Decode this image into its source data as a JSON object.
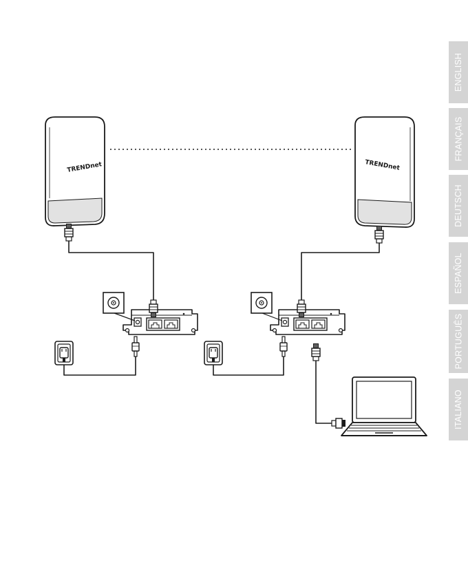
{
  "devices": {
    "access_point_left": {
      "brand": "TRENDnet"
    },
    "access_point_right": {
      "brand": "TRENDnet"
    }
  },
  "language_tabs": [
    {
      "label": "ENGLISH",
      "active": true
    },
    {
      "label": "FRANÇAIS",
      "active": false
    },
    {
      "label": "DEUTSCH",
      "active": false
    },
    {
      "label": "ESPAÑOL",
      "active": false
    },
    {
      "label": "PORTUGUÊS",
      "active": false
    },
    {
      "label": "ITALIANO",
      "active": false
    }
  ],
  "colors": {
    "line": "#1a1a1a",
    "tab_active": "#5a5a5a",
    "tab_inactive": "#d4d4d4",
    "tab_text": "#ffffff"
  }
}
